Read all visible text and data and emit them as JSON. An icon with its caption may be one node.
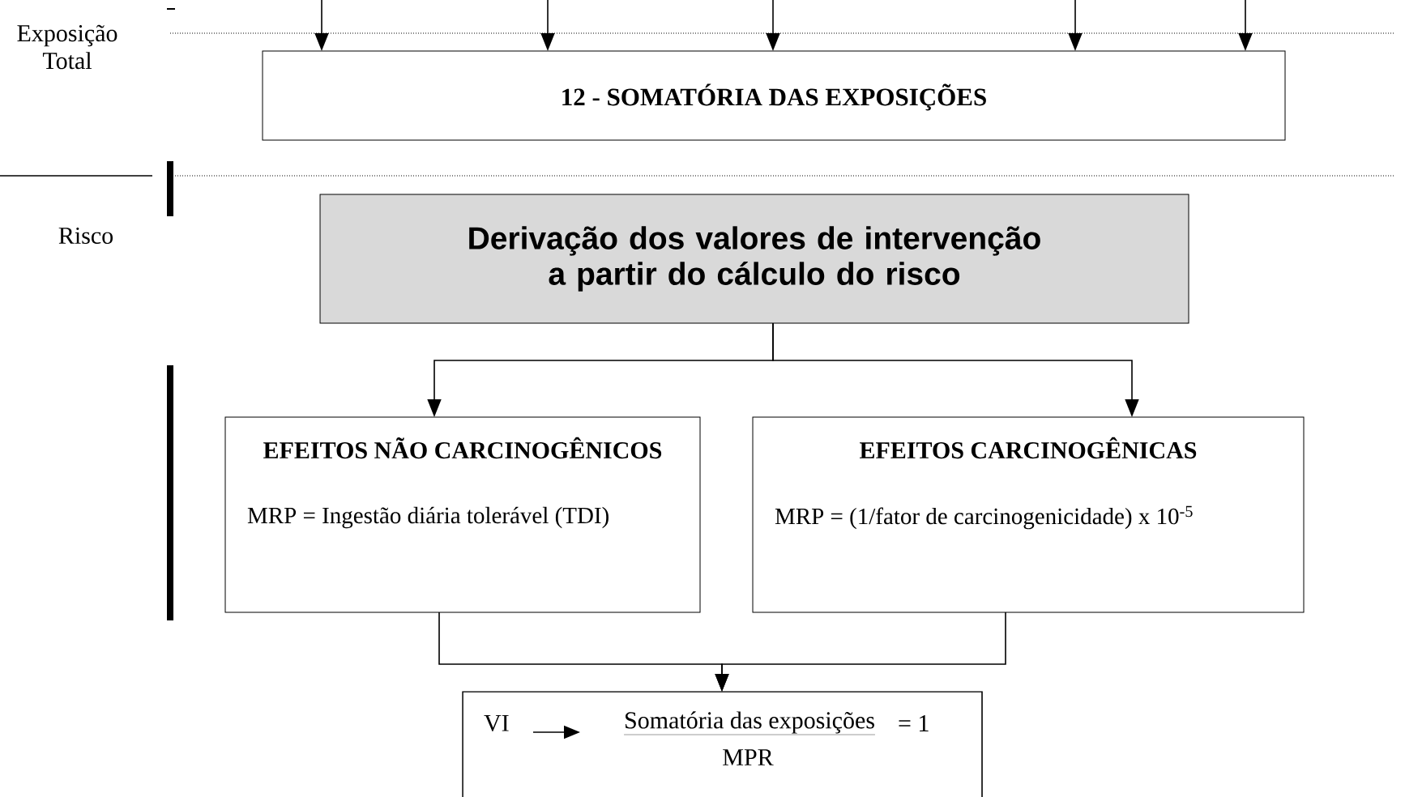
{
  "diagram": {
    "nodes": [
      {
        "text": [
          "12 - SOMATÓRIA DAS EXPOSIÇÕES"
        ]
      },
      {
        "text": [
          "Derivação dos valores de intervenção a partir do cálculo do risco"
        ]
      },
      {
        "text": [
          "EFEITOS NÃO CARCINOGÊNICOS",
          "MRP = Ingestão diária tolerável (TDI)"
        ]
      },
      {
        "text": [
          "EFEITOS CARCINOGÊNICAS",
          "MRP = (1/fator de carcinogenicidade) x 10$^{-5}$"
        ]
      },
      {
        "text": [
          "VI",
          "Somatória das exposições",
          "= 1",
          "MPR"
        ]
      }
    ],
    "edges": [
      {
        "from": null,
        "to": 0,
        "arrow": "to"
      },
      {
        "from": null,
        "to": 0,
        "arrow": "to"
      },
      {
        "from": null,
        "to": 0,
        "arrow": "to"
      },
      {
        "from": null,
        "to": 0,
        "arrow": "to"
      },
      {
        "from": null,
        "to": 0,
        "arrow": "to"
      },
      {
        "from": 1,
        "to": 2,
        "arrow": "to"
      },
      {
        "from": 1,
        "to": 3,
        "arrow": "to"
      },
      {
        "from": 2,
        "to": 4,
        "arrow": "to"
      },
      {
        "from": 3,
        "to": 4,
        "arrow": "to"
      }
    ],
    "labels": [
      "Exposição Total",
      "Risco"
    ]
  }
}
